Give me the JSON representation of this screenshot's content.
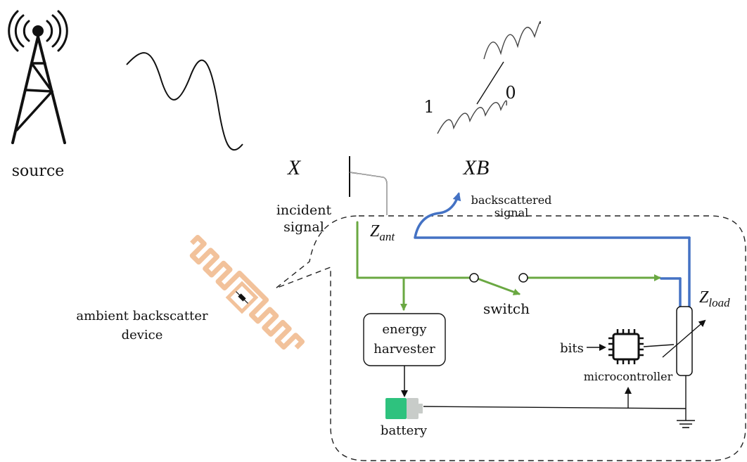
{
  "labels": {
    "source": "source",
    "x": "X",
    "xb": "XB",
    "bit_one": "1",
    "bit_zero": "0",
    "incident_line1": "incident",
    "incident_line2": "signal",
    "backscattered_line1": "backscattered",
    "backscattered_line2": "signal",
    "z_ant_main": "Z",
    "z_ant_sub": "ant",
    "z_load_main": "Z",
    "z_load_sub": "load",
    "switch": "switch",
    "energy_line1": "energy",
    "energy_line2": "harvester",
    "battery": "battery",
    "bits": "bits",
    "microcontroller": "microcontroller",
    "device_line1": "ambient backscatter",
    "device_line2": "device"
  },
  "colors": {
    "green": "#6aa842",
    "blue": "#4472c4",
    "tag": "#f2c29b",
    "battery_fill": "#2ec27e",
    "battery_empty": "#c8ccc9",
    "ink": "#111111"
  },
  "icons": {
    "tower": "radio-tower-icon",
    "chip": "microcontroller-chip-icon",
    "battery": "battery-icon",
    "ground": "ground-icon",
    "tag": "rfid-tag-icon"
  }
}
